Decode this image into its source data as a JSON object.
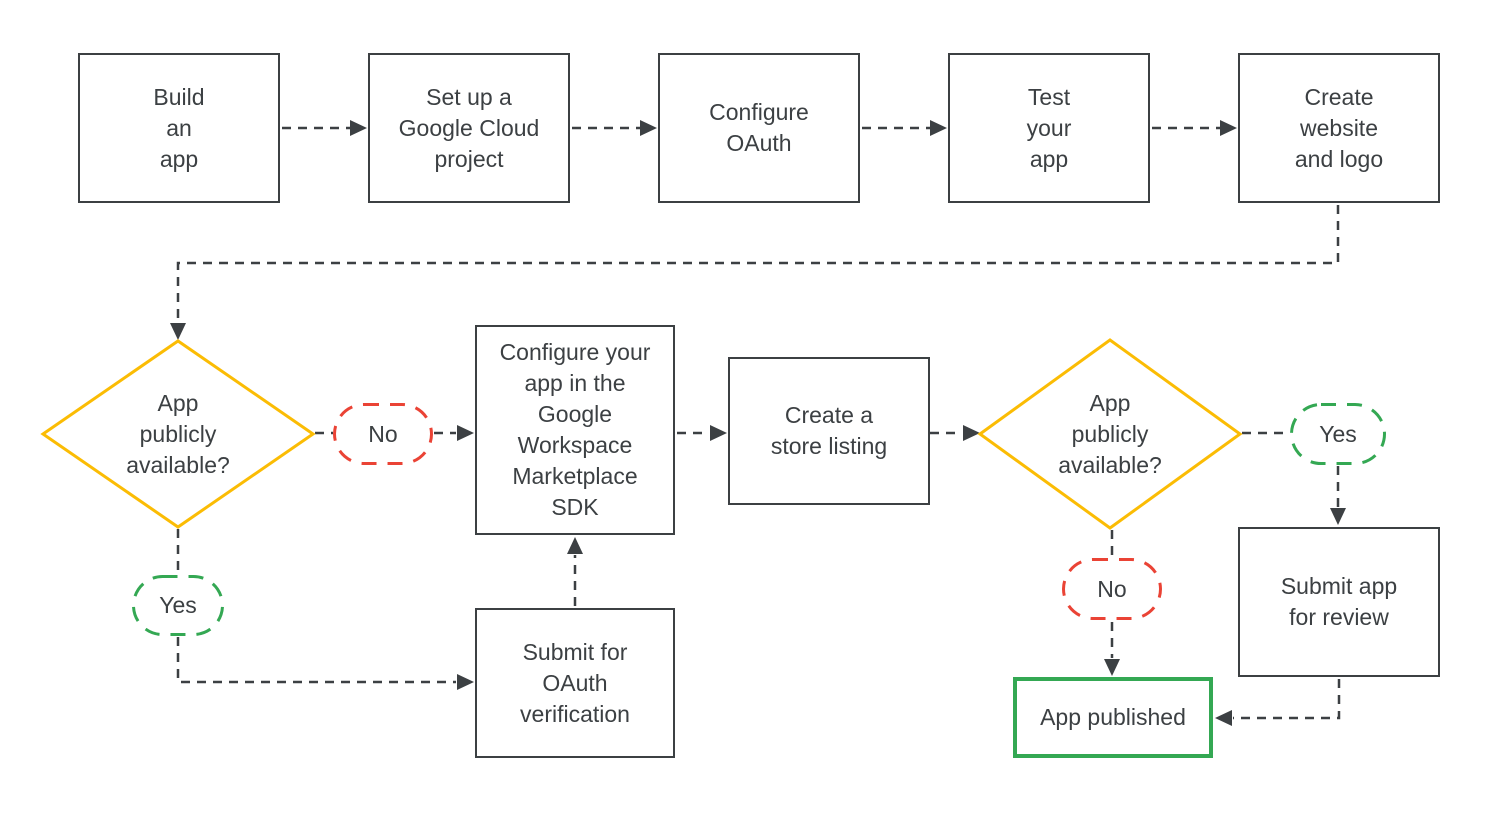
{
  "diagram": {
    "type": "flowchart",
    "nodes": {
      "build_app": "Build\nan\napp",
      "setup_project": "Set up a\nGoogle Cloud\nproject",
      "configure_oauth": "Configure\nOAuth",
      "test_app": "Test\nyour\napp",
      "create_website": "Create\nwebsite\nand logo",
      "decision1": "App\npublicly\navailable?",
      "decision1_no": "No",
      "decision1_yes": "Yes",
      "configure_sdk": "Configure your\napp in the\nGoogle\nWorkspace\nMarketplace\nSDK",
      "store_listing": "Create a\nstore listing",
      "decision2": "App\npublicly\navailable?",
      "decision2_yes": "Yes",
      "decision2_no": "No",
      "oauth_verification": "Submit for\nOAuth\nverification",
      "submit_review": "Submit app\nfor review",
      "app_published": "App published"
    },
    "colors": {
      "line": "#3C4043",
      "text": "#3C4043",
      "decision_border": "#FBBC04",
      "no_border": "#EA4335",
      "yes_border": "#34A853",
      "published_border": "#34A853",
      "node_fill": "#FFFFFF",
      "background": "#FFFFFF"
    }
  }
}
